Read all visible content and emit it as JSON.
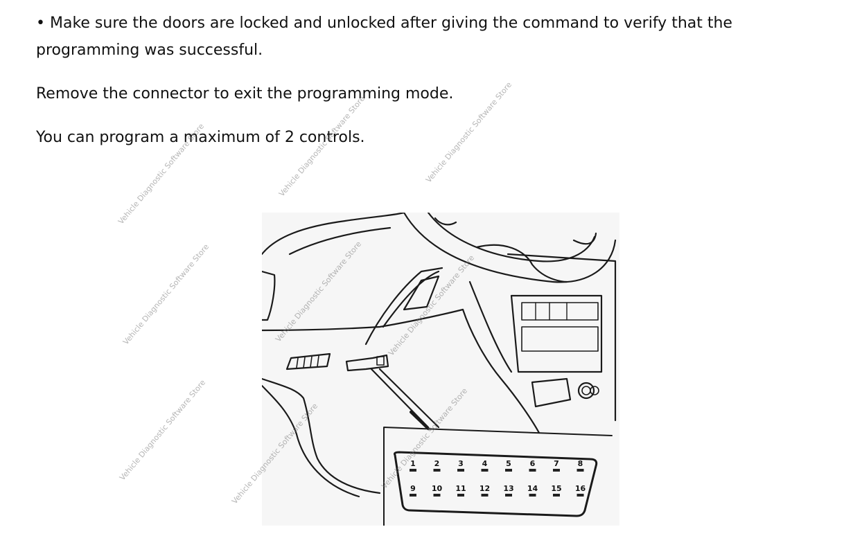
{
  "document": {
    "bullet_para": {
      "bullet": "•",
      "text_line1": "Make sure the doors are locked and unlocked after giving the command to verify that the",
      "text_line2": "programming was successful."
    },
    "para_remove": "Remove the connector to exit the programming mode.",
    "para_max": "You can program a maximum of 2 controls."
  },
  "figure": {
    "connector_pins_top": [
      "1",
      "2",
      "3",
      "4",
      "5",
      "6",
      "7",
      "8"
    ],
    "connector_pins_bottom": [
      "9",
      "10",
      "11",
      "12",
      "13",
      "14",
      "15",
      "16"
    ]
  },
  "watermark": {
    "text": "Vehicle Diagnostic Software Store"
  }
}
